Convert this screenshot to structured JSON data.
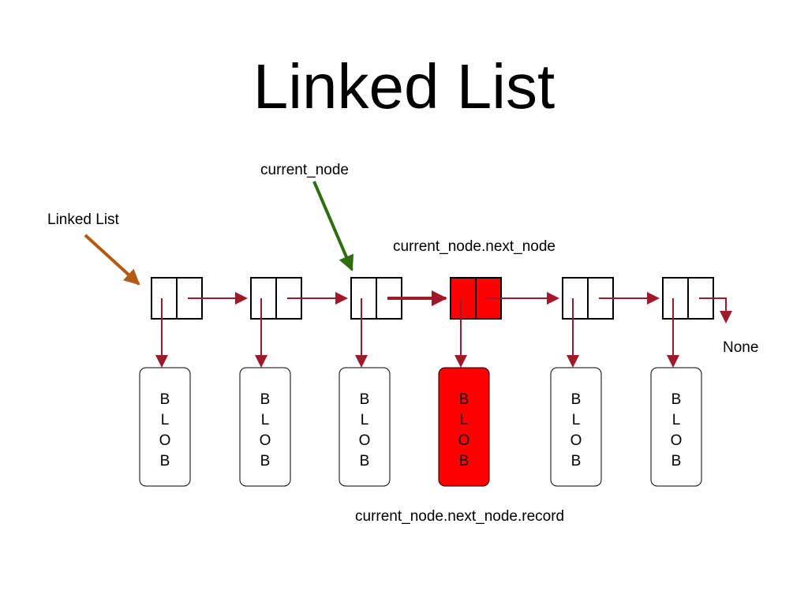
{
  "slide": {
    "title": "Linked List"
  },
  "labels": {
    "linked_list": "Linked List",
    "current_node": "current_node",
    "next_node": "current_node.next_node",
    "record": "current_node.next_node.record",
    "none": "None"
  },
  "blob_letters": [
    "B",
    "L",
    "O",
    "B"
  ],
  "node_count": 6,
  "highlighted_node": 4,
  "colors": {
    "node_stroke": "#000000",
    "pointer_arrow": "#a0182a",
    "highlight_fill": "#ff0000",
    "current_node_arrow": "#2f6e0f",
    "linked_list_arrow": "#b55a12"
  }
}
